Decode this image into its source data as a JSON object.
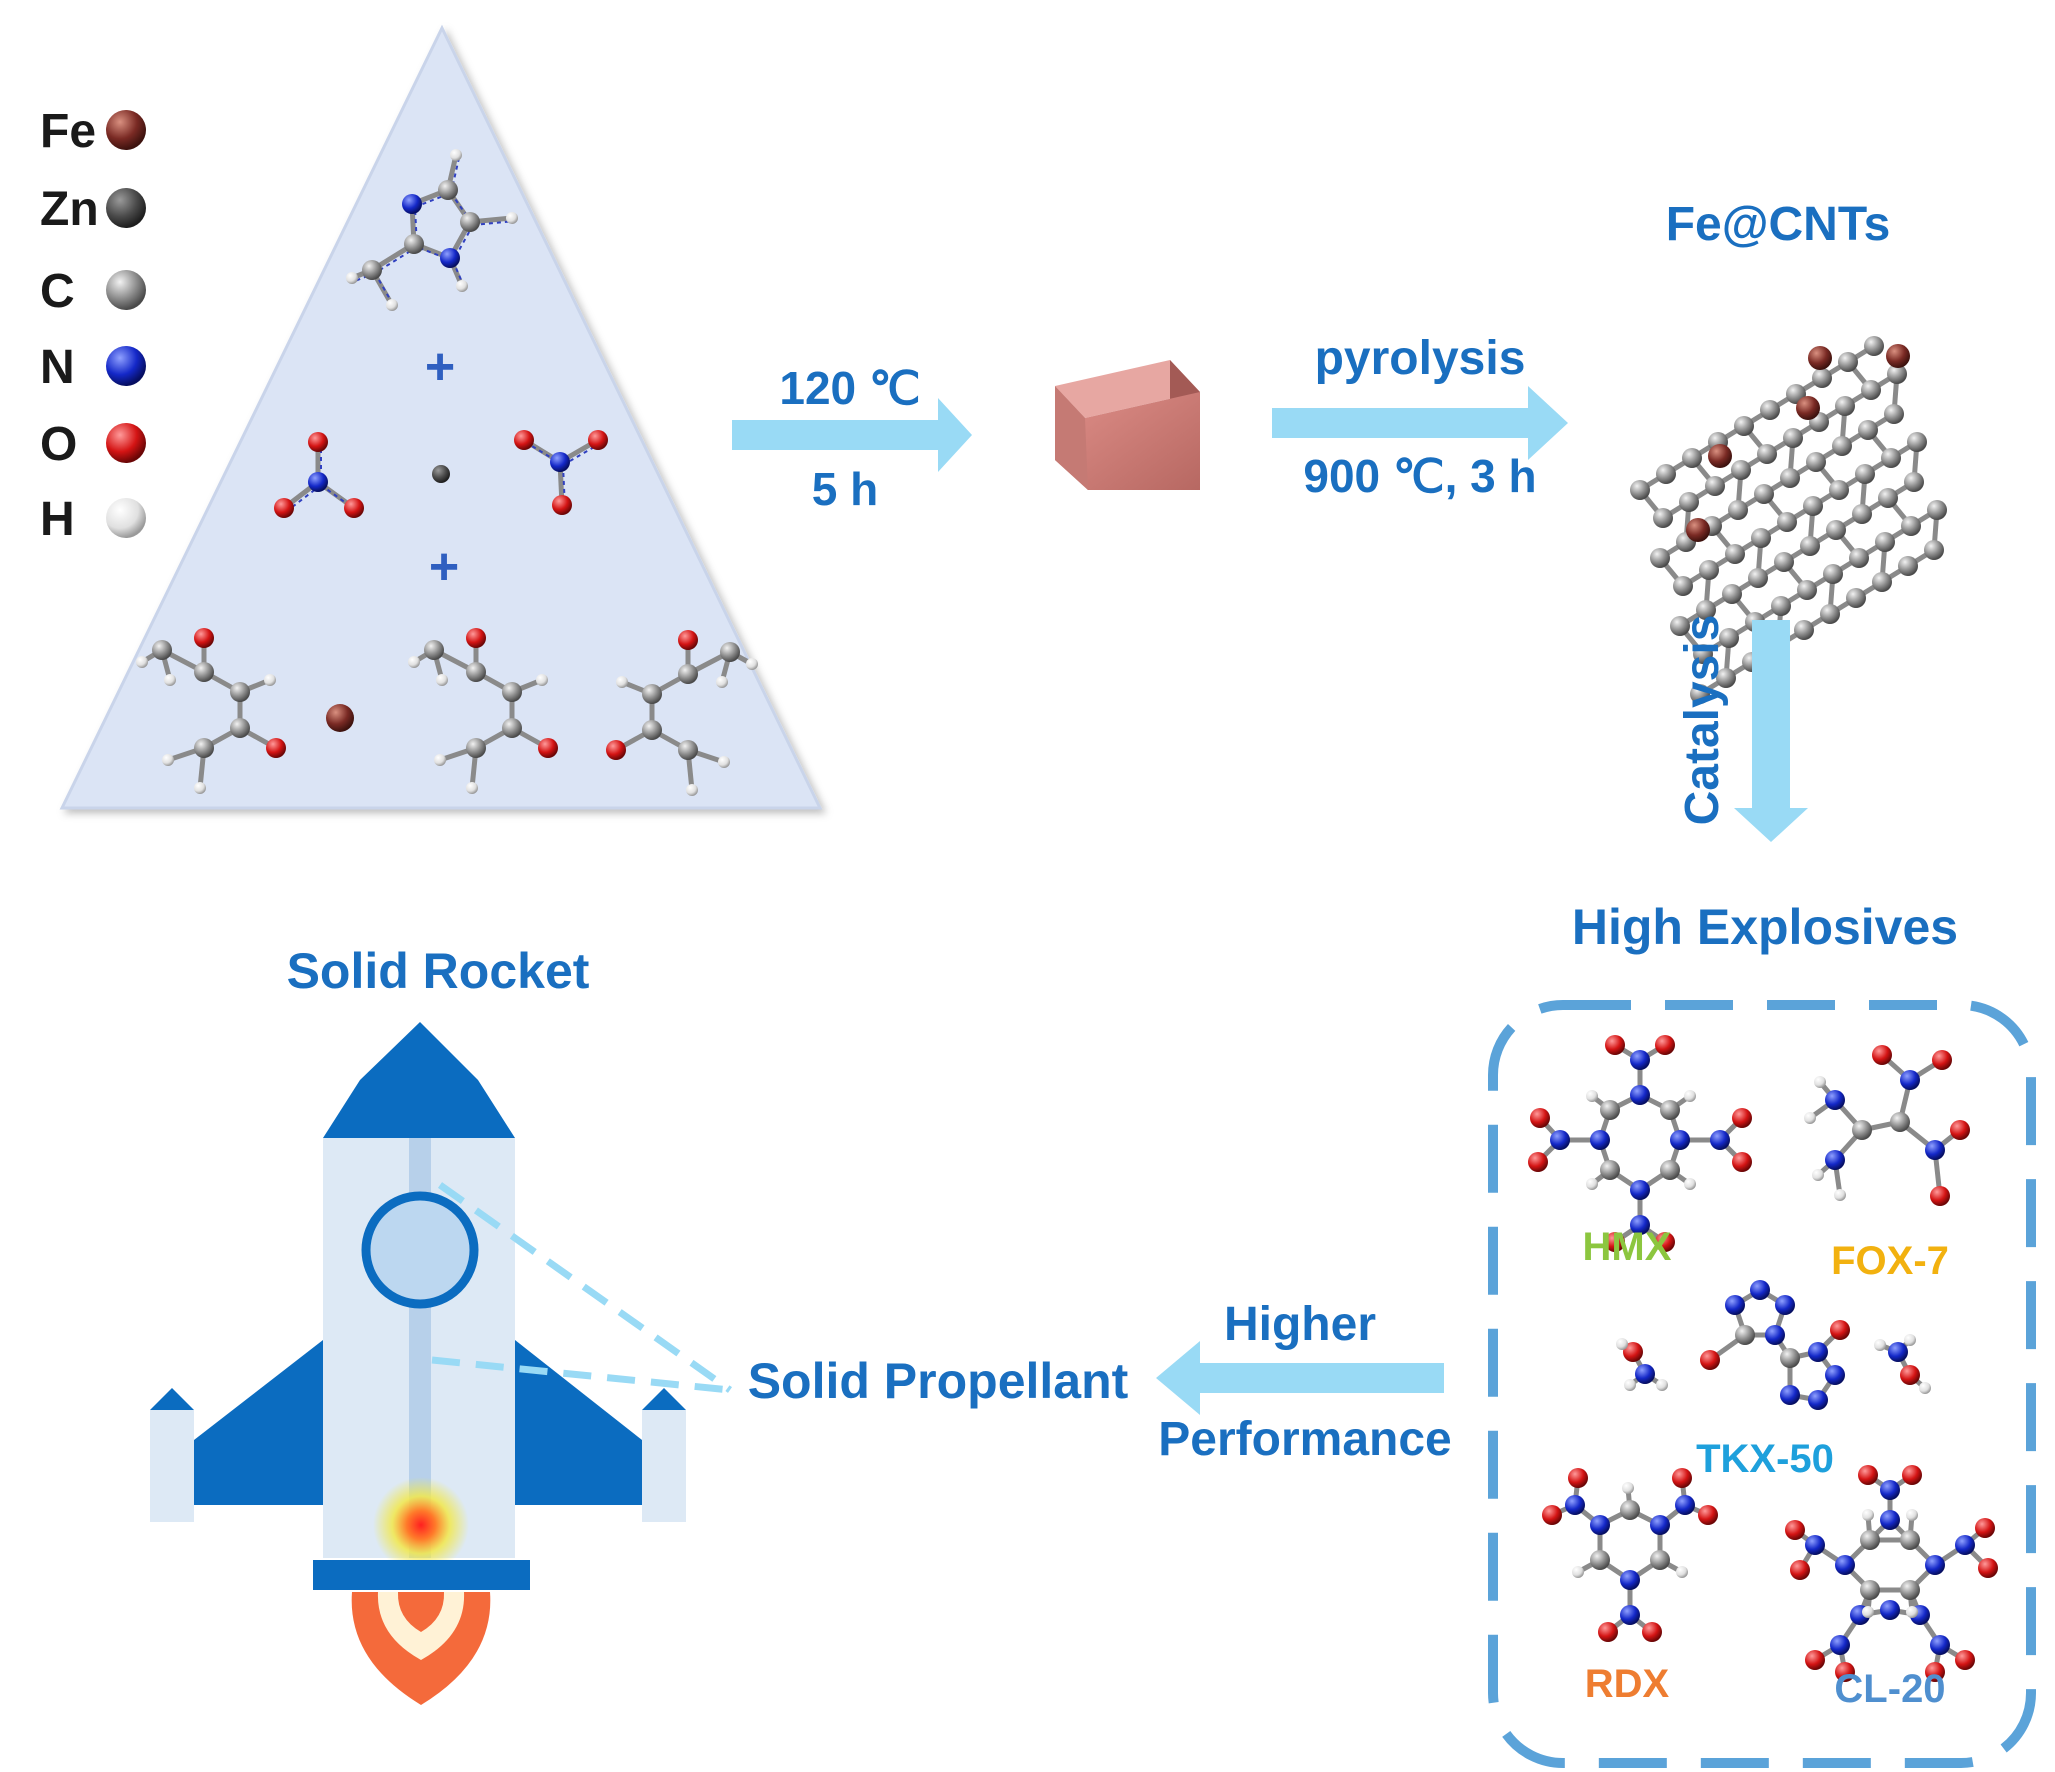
{
  "legend": [
    {
      "symbol": "Fe",
      "color": "#7a2a24"
    },
    {
      "symbol": "Zn",
      "color": "#4a4a4a"
    },
    {
      "symbol": "C",
      "color": "#8c8c8c"
    },
    {
      "symbol": "N",
      "color": "#1428c8"
    },
    {
      "symbol": "O",
      "color": "#d41414"
    },
    {
      "symbol": "H",
      "color": "#e6e6e6"
    }
  ],
  "precursors": {
    "plus_1": "+",
    "plus_2": "+"
  },
  "step1": {
    "temperature": "120 ℃",
    "time": "5 h"
  },
  "step2": {
    "top": "pyrolysis",
    "bottom": "900 ℃, 3 h"
  },
  "product": {
    "name": "Fe@CNTs"
  },
  "step3": {
    "label": "Catalysis"
  },
  "explosives": {
    "title": "High Explosives",
    "items": [
      {
        "name": "HMX",
        "color": "#8cc63f"
      },
      {
        "name": "FOX-7",
        "color": "#f2b10f"
      },
      {
        "name": "TKX-50",
        "color": "#1ea0dc"
      },
      {
        "name": "RDX",
        "color": "#ee7d31"
      },
      {
        "name": "CL-20",
        "color": "#4f8fcf"
      }
    ]
  },
  "step4": {
    "top": "Higher",
    "bottom": "Performance"
  },
  "propellant": {
    "name": "Solid Propellant"
  },
  "rocket": {
    "title": "Solid Rocket"
  },
  "colors": {
    "label_blue": "#1a6fc0",
    "arrow": "#99daf5",
    "triangle": "#dbe4f5",
    "dashed_box": "#5ba3d9",
    "rocket_dark": "#0b6cc0",
    "rocket_light": "#dde9f5",
    "flame": "#f46a3b"
  }
}
